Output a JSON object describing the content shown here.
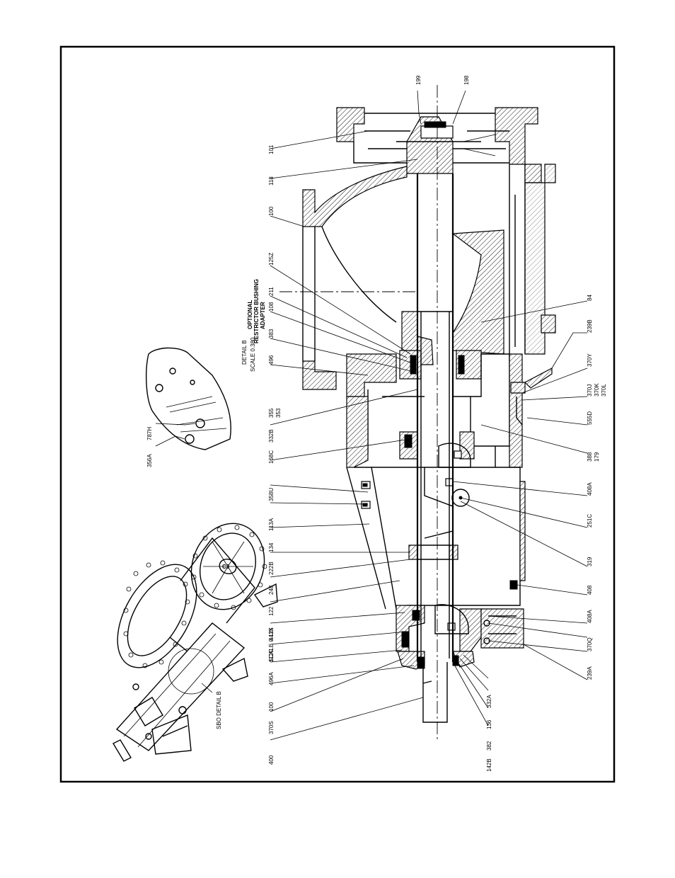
{
  "detail_iso": {
    "caption": "SBO DETAIL B",
    "scale": "SCALE 0.125"
  },
  "detail_b": {
    "caption": "DETAIL B",
    "scale": "SCALE 0.380",
    "labels": [
      "787H",
      "356A"
    ]
  },
  "optional_note": [
    "OPTIONAL",
    "RESTRICTOR BUSHING",
    "ADAPTER"
  ],
  "part_labels": {
    "top": [
      "199",
      "198"
    ],
    "left": [
      "101",
      "118",
      "100",
      "125Z",
      "211",
      "108",
      "383",
      "496",
      "355",
      "353",
      "332B",
      "168C",
      "358U",
      "113A",
      "134",
      "222B",
      "248",
      "122",
      "443X",
      "112C",
      "496A",
      "100",
      "370S",
      "400"
    ],
    "bottom": [
      "332A",
      "136",
      "382",
      "142B"
    ],
    "right": [
      "84",
      "239B",
      "370Y",
      "370J",
      "370K",
      "370L",
      "555D",
      "388",
      "179",
      "408A",
      "251C",
      "319",
      "408",
      "408A",
      "370Q",
      "239A"
    ]
  }
}
